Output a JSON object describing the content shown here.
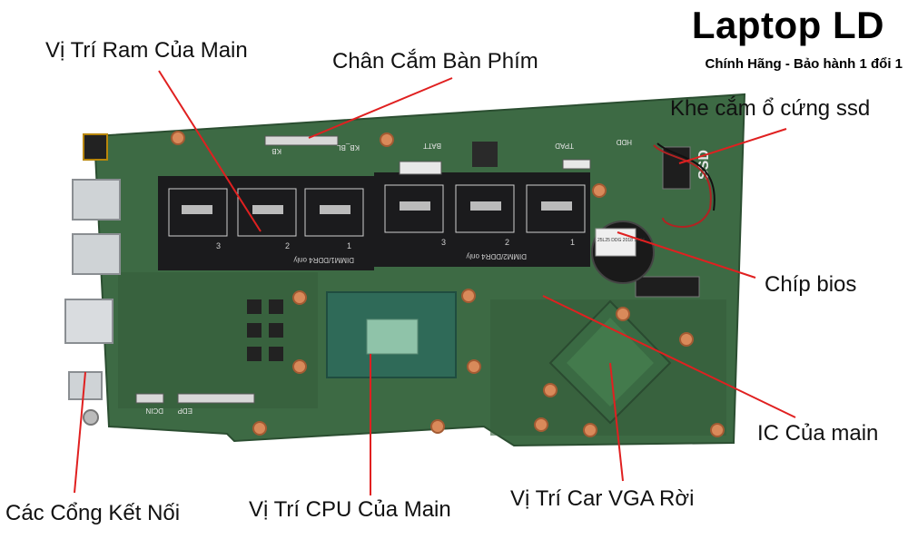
{
  "brand": {
    "title": "Laptop LD",
    "subtitle": "Chính Hãng - Bảo hành 1 đổi 1"
  },
  "labels": {
    "ram": "Vị Trí Ram Của Main",
    "keyboard": "Chân Cắm Bàn Phím",
    "ssd": "Khe cắm ổ cứng ssd",
    "bios": "Chíp bios",
    "ic": "IC Của main",
    "vga": "Vị Trí Car VGA Rời",
    "cpu": "Vị Trí CPU Của Main",
    "ports": "Các Cổng Kết Nối"
  },
  "board_text": {
    "dimm1": "DIMM1/DDR4 only",
    "dimm2": "DIMM2/DDR4 only",
    "ssd_silk": "SSD",
    "kb": "KB",
    "kb_bl": "KB_BL",
    "batt": "BATT",
    "tpad": "TPAD",
    "hdd": "HDD",
    "edp": "EDP",
    "dc_in": "DCIN",
    "bios_chip": "25L25 DDG 2018 11 26",
    "step_1": "1",
    "step_2": "2",
    "step_3": "3"
  },
  "colors": {
    "pcb": "#3f6b45",
    "callout": "#e02020"
  }
}
